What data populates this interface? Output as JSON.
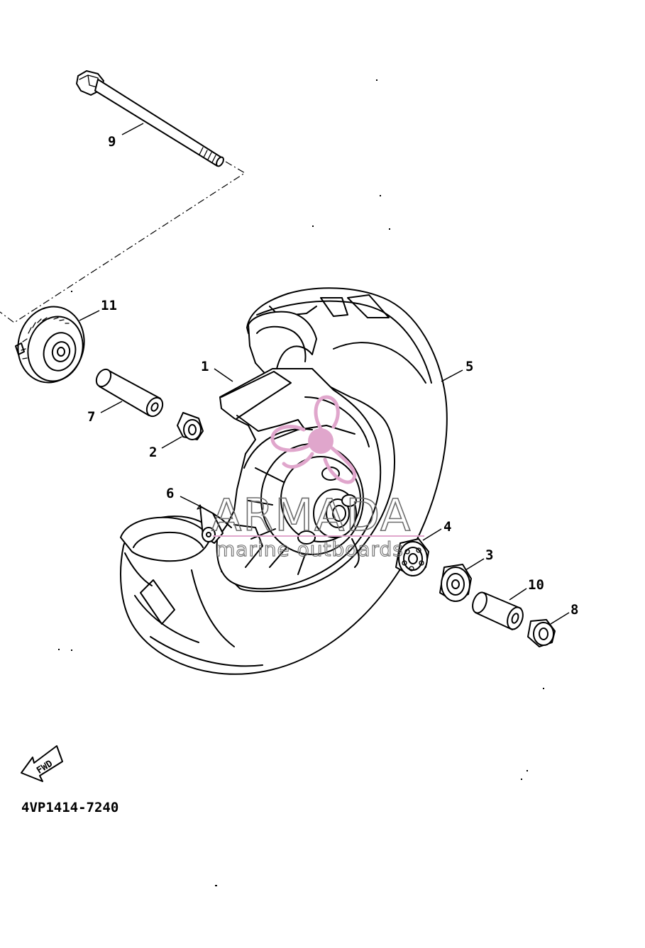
{
  "parts": [
    {
      "callout": "1",
      "name_key": "wheel-rim"
    },
    {
      "callout": "2",
      "name_key": "collar"
    },
    {
      "callout": "3",
      "name_key": "bearing"
    },
    {
      "callout": "4",
      "name_key": "bearing"
    },
    {
      "callout": "5",
      "name_key": "tire"
    },
    {
      "callout": "6",
      "name_key": "valve"
    },
    {
      "callout": "7",
      "name_key": "spacer"
    },
    {
      "callout": "8",
      "name_key": "collar"
    },
    {
      "callout": "9",
      "name_key": "axle-bolt"
    },
    {
      "callout": "10",
      "name_key": "spacer"
    },
    {
      "callout": "11",
      "name_key": "gear-unit"
    }
  ],
  "fwd_label": "FWD",
  "diagram_code": "4VP1414-7240",
  "watermark": {
    "brand": "ARMADA",
    "tagline": "marine outboards",
    "logo_color": "#e0a6cc",
    "text_color": "#6e6e6e"
  }
}
